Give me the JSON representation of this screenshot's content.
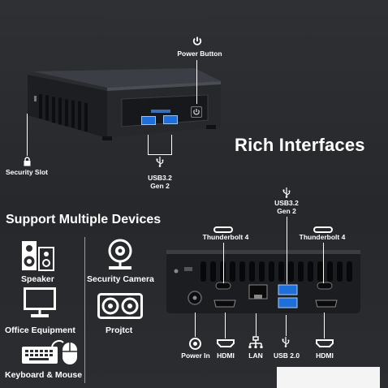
{
  "top": {
    "headline": "Rich Interfaces",
    "labels": {
      "power_button": "Power Button",
      "security_slot": "Security Slot",
      "usb_line1": "USB3.2",
      "usb_line2": "Gen 2"
    }
  },
  "devices": {
    "heading": "Support Multiple Devices",
    "items": [
      {
        "label": "Speaker",
        "icon": "speaker-icon"
      },
      {
        "label": "Security Camera",
        "icon": "camera-icon"
      },
      {
        "label": "Office Equipment",
        "icon": "monitor-icon"
      },
      {
        "label": "Projtct",
        "icon": "projector-icon"
      },
      {
        "label": "Keyboard & Mouse",
        "icon": "keyboard-mouse-icon"
      }
    ]
  },
  "rear": {
    "tb_left": "Thunderbolt 4",
    "tb_right": "Thunderbolt 4",
    "usb_top_line1": "USB3.2",
    "usb_top_line2": "Gen 2",
    "bottom": {
      "power_in": "Power In",
      "hdmi1": "HDMI",
      "lan": "LAN",
      "usb2": "USB 2.0",
      "hdmi2": "HDMI"
    }
  },
  "colors": {
    "background": "#2b2d31",
    "port_blue": "#1e6fd9",
    "text": "#ffffff"
  }
}
